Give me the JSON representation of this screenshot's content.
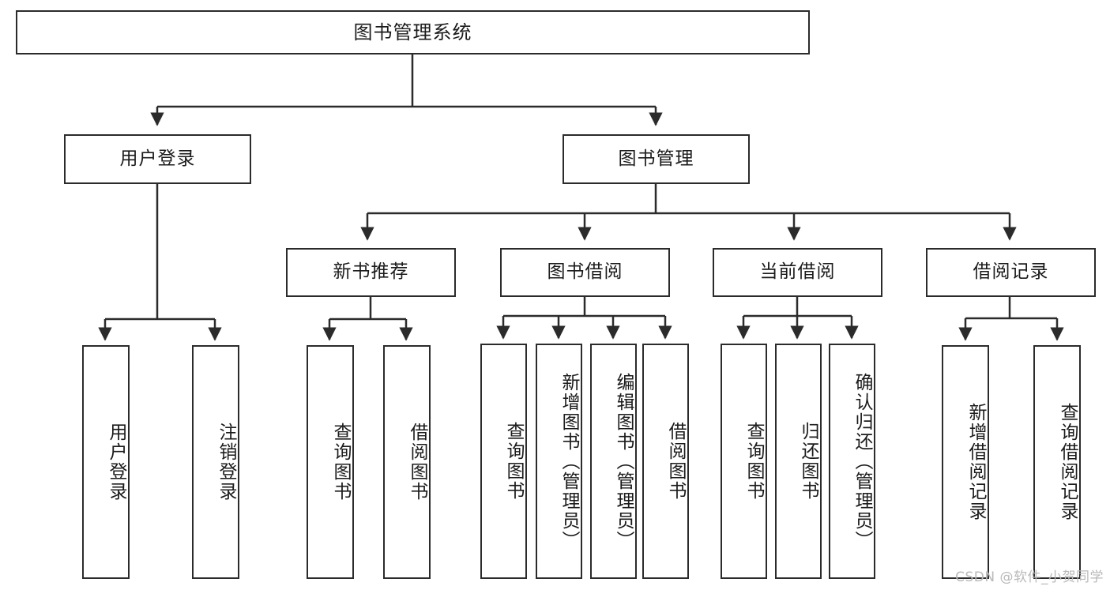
{
  "diagram": {
    "type": "tree-hierarchy-diagram",
    "title": "图书管理系统",
    "orientation": "top-down",
    "colors": {
      "box_border": "#2b2b2b",
      "box_fill": "#ffffff",
      "connector": "#2b2b2b",
      "text": "#1b1b1b",
      "watermark": "#b9b9b9",
      "background": "#ffffff"
    },
    "nodes": {
      "root": {
        "id": "root",
        "label": "图书管理系统",
        "level": 1,
        "text_orientation": "horizontal"
      },
      "level2": [
        {
          "id": "user-login",
          "label": "用户登录",
          "level": 2,
          "text_orientation": "horizontal"
        },
        {
          "id": "book-management",
          "label": "图书管理",
          "level": 2,
          "text_orientation": "horizontal"
        }
      ],
      "level3": [
        {
          "id": "new-book-recommend",
          "label": "新书推荐",
          "level": 3,
          "parent": "book-management",
          "text_orientation": "horizontal"
        },
        {
          "id": "book-borrow",
          "label": "图书借阅",
          "level": 3,
          "parent": "book-management",
          "text_orientation": "horizontal"
        },
        {
          "id": "current-borrow",
          "label": "当前借阅",
          "level": 3,
          "parent": "book-management",
          "text_orientation": "horizontal"
        },
        {
          "id": "borrow-record",
          "label": "借阅记录",
          "level": 3,
          "parent": "book-management",
          "text_orientation": "horizontal"
        }
      ],
      "leaves": [
        {
          "id": "leaf-user-login",
          "label": "用户登录",
          "parent": "user-login",
          "text_orientation": "vertical"
        },
        {
          "id": "leaf-logout",
          "label": "注销登录",
          "parent": "user-login",
          "text_orientation": "vertical"
        },
        {
          "id": "leaf-query-book-recommend",
          "label": "查询图书",
          "parent": "new-book-recommend",
          "text_orientation": "vertical"
        },
        {
          "id": "leaf-borrow-book-recommend",
          "label": "借阅图书",
          "parent": "new-book-recommend",
          "text_orientation": "vertical"
        },
        {
          "id": "leaf-query-book-borrow",
          "label": "查询图书",
          "parent": "book-borrow",
          "text_orientation": "vertical"
        },
        {
          "id": "leaf-add-book",
          "label": "新增图书（管理员）",
          "parent": "book-borrow",
          "text_orientation": "vertical"
        },
        {
          "id": "leaf-edit-book",
          "label": "编辑图书（管理员）",
          "parent": "book-borrow",
          "text_orientation": "vertical"
        },
        {
          "id": "leaf-borrow-book",
          "label": "借阅图书",
          "parent": "book-borrow",
          "text_orientation": "vertical"
        },
        {
          "id": "leaf-query-book-current",
          "label": "查询图书",
          "parent": "current-borrow",
          "text_orientation": "vertical"
        },
        {
          "id": "leaf-return-book",
          "label": "归还图书",
          "parent": "current-borrow",
          "text_orientation": "vertical"
        },
        {
          "id": "leaf-confirm-return",
          "label": "确认归还（管理员）",
          "parent": "current-borrow",
          "text_orientation": "vertical"
        },
        {
          "id": "leaf-add-borrow-record",
          "label": "新增借阅记录",
          "parent": "borrow-record",
          "text_orientation": "vertical"
        },
        {
          "id": "leaf-query-borrow-record",
          "label": "查询借阅记录",
          "parent": "borrow-record",
          "text_orientation": "vertical"
        }
      ]
    },
    "watermark": "CSDN @软件_小贺同学"
  }
}
